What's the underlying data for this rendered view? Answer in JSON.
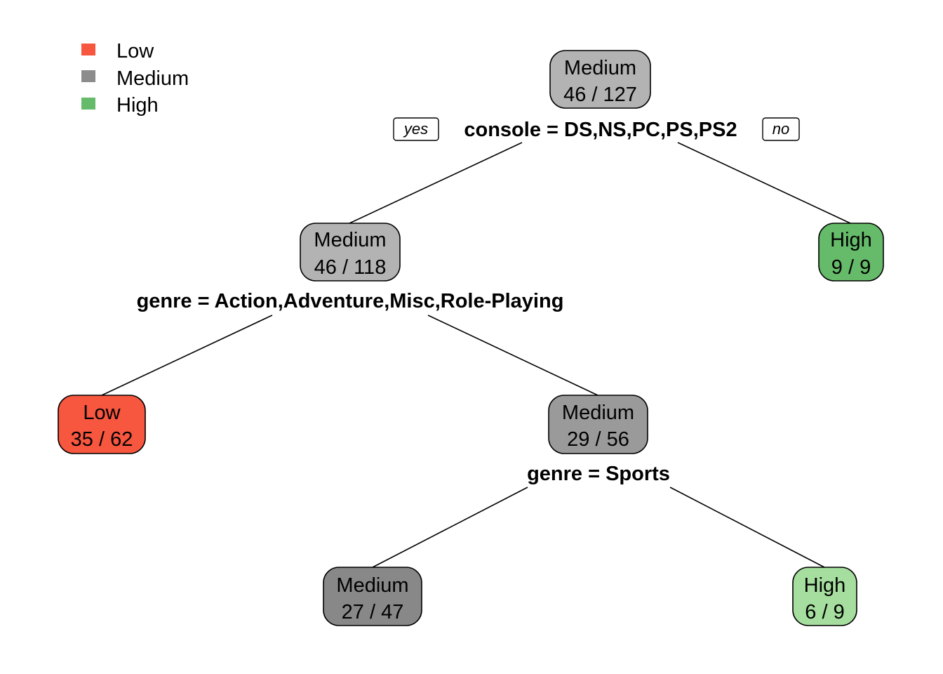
{
  "legend": [
    {
      "label": "Low",
      "color": "#F7563F"
    },
    {
      "label": "Medium",
      "color": "#8C8C8C"
    },
    {
      "label": "High",
      "color": "#66BB6A"
    }
  ],
  "branch_labels": {
    "yes": "yes",
    "no": "no"
  },
  "tree": {
    "nodes": [
      {
        "id": "n1",
        "class": "Medium",
        "counts": "46 / 127",
        "fill": "#B3B3B3",
        "split": "console = DS,NS,PC,PS,PS2"
      },
      {
        "id": "n2",
        "class": "Medium",
        "counts": "46 / 118",
        "fill": "#B3B3B3",
        "split": "genre = Action,Adventure,Misc,Role-Playing"
      },
      {
        "id": "n3",
        "class": "High",
        "counts": "9 / 9",
        "fill": "#66BB6A",
        "split": ""
      },
      {
        "id": "n4",
        "class": "Low",
        "counts": "35 / 62",
        "fill": "#F7563F",
        "split": ""
      },
      {
        "id": "n5",
        "class": "Medium",
        "counts": "29 / 56",
        "fill": "#9A9A9A",
        "split": "genre = Sports"
      },
      {
        "id": "n6",
        "class": "Medium",
        "counts": "27 / 47",
        "fill": "#888888",
        "split": ""
      },
      {
        "id": "n7",
        "class": "High",
        "counts": "6 / 9",
        "fill": "#A5DE9E",
        "split": ""
      }
    ],
    "edges": [
      {
        "from": "n1",
        "to": "n2"
      },
      {
        "from": "n1",
        "to": "n3"
      },
      {
        "from": "n2",
        "to": "n4"
      },
      {
        "from": "n2",
        "to": "n5"
      },
      {
        "from": "n5",
        "to": "n6"
      },
      {
        "from": "n5",
        "to": "n7"
      }
    ]
  }
}
